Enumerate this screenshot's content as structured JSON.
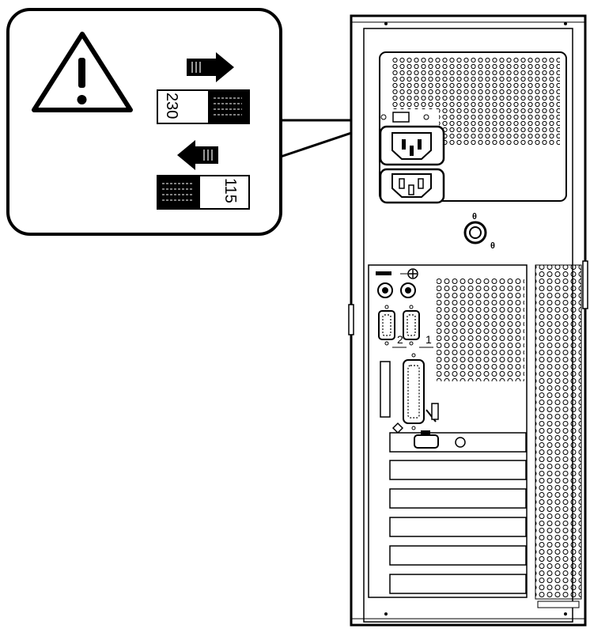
{
  "callout": {
    "setting_high": "230",
    "setting_low": "115",
    "warning_icon": "warning-triangle-icon",
    "arrow_right_icon": "arrow-right-icon",
    "arrow_left_icon": "arrow-left-icon"
  },
  "rear_panel": {
    "serial_port_2_label": "2",
    "serial_port_1_label": "1",
    "power_in_icon": "power-inlet-icon",
    "power_out_icon": "power-outlet-icon",
    "lock_icon": "keylock-icon",
    "ground_icon": "ground-symbol-icon"
  },
  "colors": {
    "line": "#000000",
    "background": "#ffffff"
  }
}
